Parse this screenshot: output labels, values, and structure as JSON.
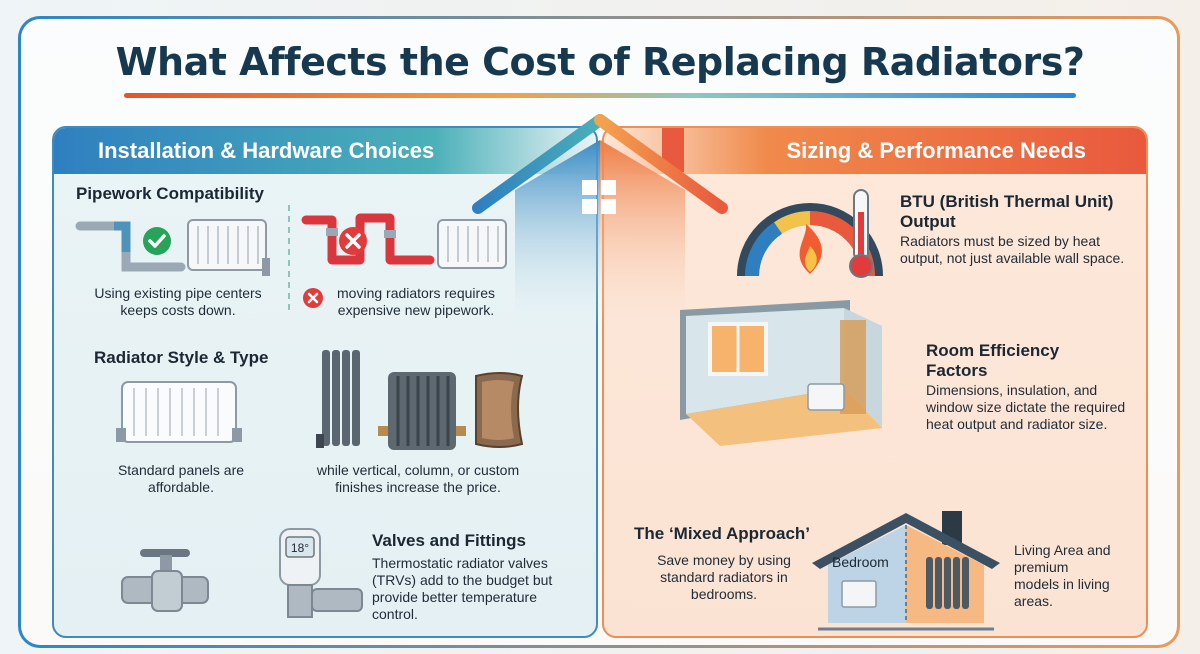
{
  "title": "What Affects the Cost of Replacing Radiators?",
  "left": {
    "heading": "Installation & Hardware Choices",
    "pipework": {
      "title": "Pipework Compatibility",
      "good": "Using existing pipe centers keeps costs down.",
      "bad": "moving radiators requires expensive new pipework."
    },
    "style": {
      "title": "Radiator Style & Type",
      "standard": "Standard panels are affordable.",
      "premium": "while vertical, column, or custom finishes increase the price."
    },
    "valves": {
      "title": "Valves and Fittings",
      "text": "Thermostatic radiator valves (TRVs) add to the budget but provide better temperature control.",
      "display": "18°"
    }
  },
  "right": {
    "heading": "Sizing & Performance Needs",
    "btu": {
      "title": "BTU (British Thermal Unit) Output",
      "text": "Radiators must be sized by heat output, not just available wall space."
    },
    "room": {
      "title": "Room Efficiency Factors",
      "text": "Dimensions, insulation, and window size dictate the required heat output and radiator size."
    },
    "mixed": {
      "title": "The ‘Mixed Approach’",
      "text": "Save money by using standard radiators in bedrooms.",
      "bedroom": "Bedroom",
      "living": "Living Area and premium models in living areas."
    }
  },
  "colors": {
    "blue": "#2f7fc0",
    "orange": "#e9593d",
    "green": "#27a35a",
    "red": "#e23b3b"
  }
}
